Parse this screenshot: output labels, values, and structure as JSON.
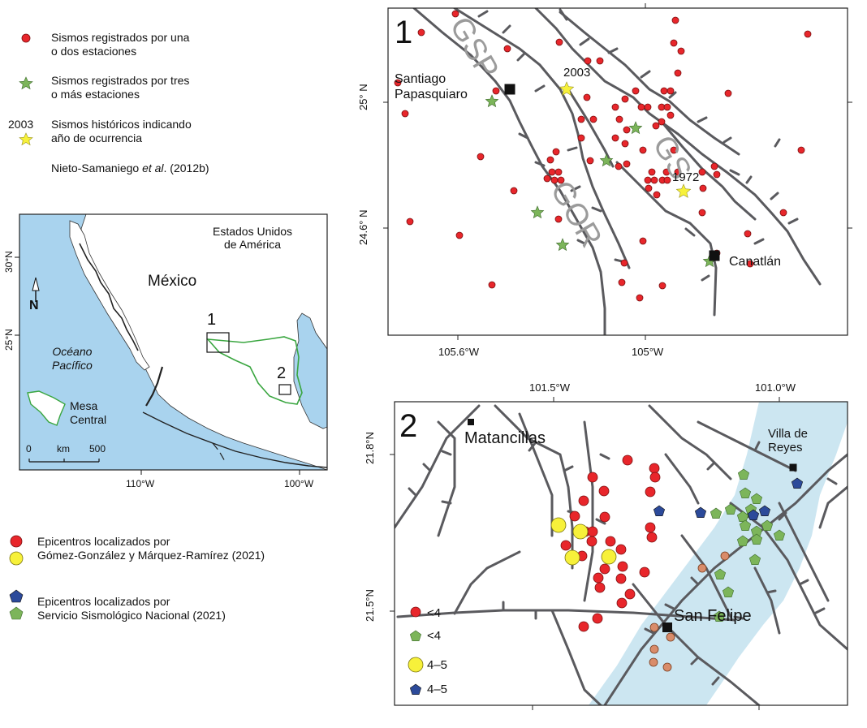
{
  "legend_top": {
    "red_dot": [
      "Sismos registrados por una",
      "o dos estaciones"
    ],
    "green_star": [
      "Sismos registrados por tres",
      "o más estaciones"
    ],
    "yellow_star_year": "2003",
    "yellow_star": [
      "Sismos históricos indicando",
      "año de ocurrencia"
    ],
    "source_prefix": "Nieto-Samaniego ",
    "source_italic": "et al",
    "source_suffix": ". (2012b)"
  },
  "legend_bottom": {
    "epi_local": [
      "Epicentros localizados por",
      "Gómez-González y Márquez-Ramírez (2021)"
    ],
    "epi_ssn": [
      "Epicentros localizados por",
      "Servicio Sismológico Nacional (2021)"
    ]
  },
  "index_map": {
    "usa_label": [
      "Estados Unidos",
      "de América"
    ],
    "mexico_label": "México",
    "ocean_label": [
      "Océano",
      "Pacífico"
    ],
    "mesa_label": [
      "Mesa",
      "Central"
    ],
    "north_label": "N",
    "box1_label": "1",
    "box2_label": "2",
    "scale_labels": [
      "0",
      "km",
      "500"
    ],
    "lat_labels": [
      "30°N",
      "25°N"
    ],
    "lon_labels": [
      "110°W",
      "100°W"
    ],
    "colors": {
      "sea": "#a9d3ee",
      "land": "#ffffff",
      "mesa_outline": "#3aa640"
    }
  },
  "map1": {
    "panel_number": "1",
    "fault_labels": [
      "GSP",
      "GOR",
      "GS"
    ],
    "towns": {
      "santiago": [
        "Santiago",
        "Papasquiaro"
      ],
      "canatlan": "Canatlán"
    },
    "years": [
      "2003",
      "1972"
    ],
    "lat_labels": [
      "25° N",
      "24.6° N"
    ],
    "lon_labels": [
      "105.6°W",
      "105°W"
    ]
  },
  "map2": {
    "panel_number": "2",
    "towns": {
      "matancillas": "Matancillas",
      "villa": [
        "Villa de",
        "Reyes"
      ],
      "sanfelipe": "San Felipe"
    },
    "lat_labels": [
      "21.8°N",
      "21.5°N"
    ],
    "lon_labels": [
      "101.5°W",
      "101.0°W"
    ],
    "inset_legend": [
      "<4",
      "<4",
      "4–5",
      "4–5"
    ],
    "colors": {
      "graben": "#cce6f1"
    }
  },
  "symbol_colors": {
    "red": "#e8262b",
    "green": "#7cb55a",
    "yellow": "#f7f13a",
    "blue": "#2c4a9a",
    "salmon": "#d98c6a",
    "fault": "#5a5a5e"
  }
}
